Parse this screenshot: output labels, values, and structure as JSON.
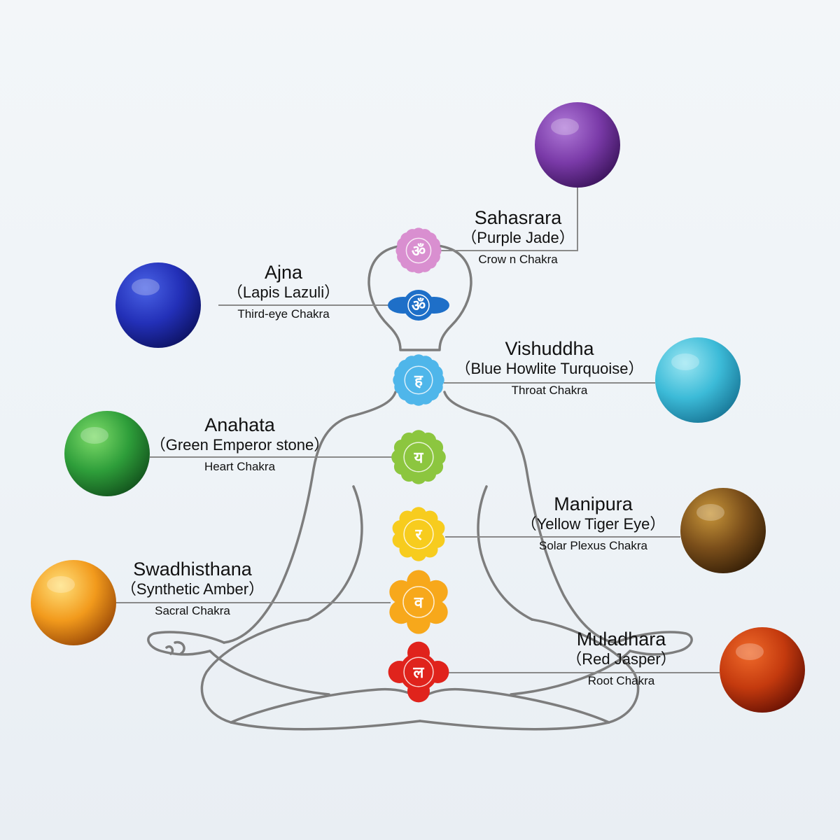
{
  "chakras": [
    {
      "name": "Sahasrara",
      "stone": "（Purple Jade）",
      "type": "Crow n Chakra",
      "color": "#d98fd0",
      "stone_colors": [
        "#b07ad8",
        "#7a3aa8",
        "#3f1660"
      ]
    },
    {
      "name": "Ajna",
      "stone": "（Lapis Lazuli）",
      "type": "Third-eye Chakra",
      "color": "#1e6fc8",
      "stone_colors": [
        "#4a63e6",
        "#2330b8",
        "#0e1468"
      ]
    },
    {
      "name": "Vishuddha",
      "stone": "（Blue Howlite Turquoise）",
      "type": "Throat Chakra",
      "color": "#4fb6ea",
      "stone_colors": [
        "#9ae6f2",
        "#3cbbd8",
        "#1a7a9a"
      ]
    },
    {
      "name": "Anahata",
      "stone": "（Green Emperor stone）",
      "type": "Heart Chakra",
      "color": "#8cc63f",
      "stone_colors": [
        "#7fdc6a",
        "#2e9e3a",
        "#14561e"
      ]
    },
    {
      "name": "Manipura",
      "stone": "（Yellow Tiger Eye）",
      "type": "Solar Plexus Chakra",
      "color": "#f7cc1e",
      "stone_colors": [
        "#c8963a",
        "#7a4e1a",
        "#3a2208"
      ]
    },
    {
      "name": "Swadhisthana",
      "stone": "（Synthetic Amber）",
      "type": "Sacral Chakra",
      "color": "#f7a81b",
      "stone_colors": [
        "#ffe07a",
        "#f29a1c",
        "#a04e08"
      ]
    },
    {
      "name": "Muladhara",
      "stone": "（Red Jasper）",
      "type": "Root Chakra",
      "color": "#e0231c",
      "stone_colors": [
        "#f06a2a",
        "#c43a0e",
        "#6e1404"
      ]
    }
  ]
}
